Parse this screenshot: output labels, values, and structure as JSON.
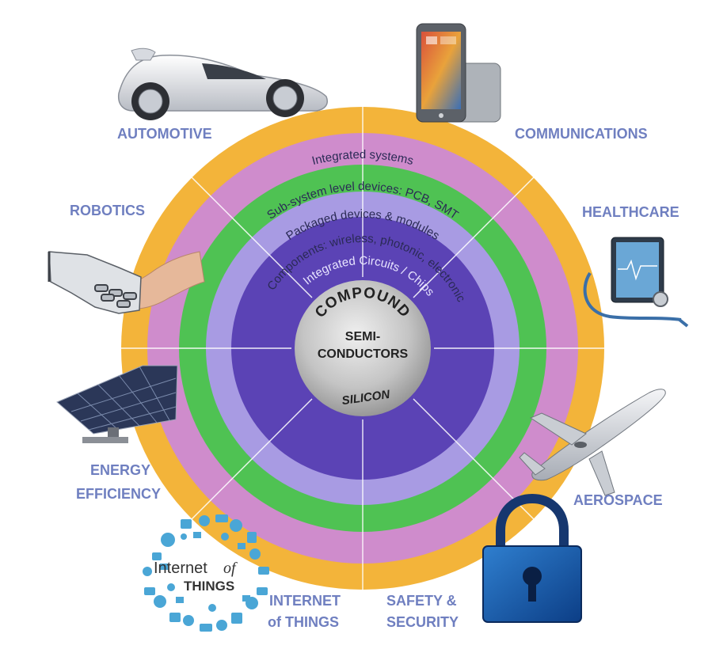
{
  "diagram": {
    "center": {
      "top_arc": "COMPOUND",
      "line1": "SEMI-",
      "line2": "CONDUCTORS",
      "bottom_arc": "SILICON"
    },
    "rings": [
      {
        "name": "Integrated Circuits / Chips",
        "color": "#5b43b5"
      },
      {
        "name": "Components: wireless, photonic, electronic",
        "color": "#a89be3"
      },
      {
        "name": "Packaged devices & modules",
        "color": "#4fc253"
      },
      {
        "name": "Sub-system level devices: PCB, SMT",
        "color": "#cf8ccc"
      },
      {
        "name": "Integrated systems",
        "color": "#f3b43a"
      }
    ],
    "sectors": {
      "automotive": "AUTOMOTIVE",
      "communications": "COMMUNICATIONS",
      "robotics": "ROBOTICS",
      "healthcare": "HEALTHCARE",
      "energy_line1": "ENERGY",
      "energy_line2": "EFFICIENCY",
      "aerospace": "AEROSPACE",
      "iot_line1": "INTERNET",
      "iot_line2": "of THINGS",
      "safety_line1": "SAFETY &",
      "safety_line2": "SECURITY"
    },
    "iot_logo": {
      "word1": "Internet",
      "word2": "of",
      "word3": "THINGS"
    },
    "colors": {
      "label": "#6f7fc0",
      "core": "#bdbdbd",
      "divider": "#ffffff"
    },
    "icons": [
      "car-icon",
      "smartphone-icon",
      "robot-hand-icon",
      "tablet-stethoscope-icon",
      "solar-panel-icon",
      "airplane-icon",
      "padlock-icon",
      "iot-cloud-icon"
    ]
  }
}
